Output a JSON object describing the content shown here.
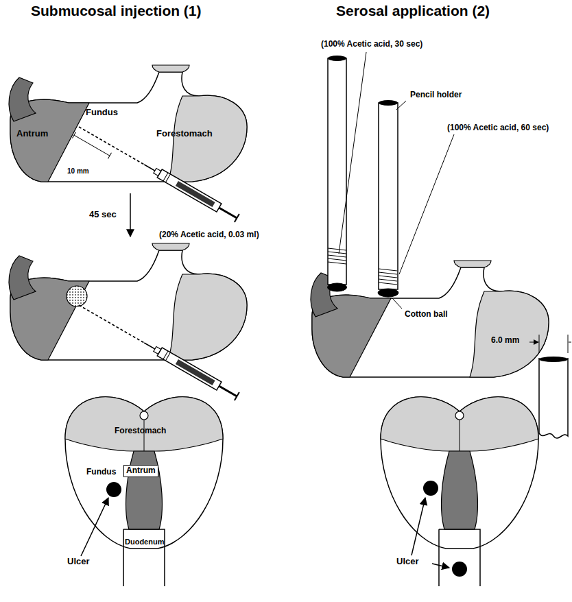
{
  "diagram": {
    "nodes": [
      {
        "text": [
          "Antrum"
        ]
      }
    ],
    "labels": [
      "Submucosal injection (1)",
      "Serosal application (2)",
      "(100% Acetic acid, 30 sec)",
      "Pencil holder",
      "(100% Acetic acid, 60 sec)",
      "Antrum",
      "Fundus",
      "Forestomach",
      "10 mm",
      "45 sec",
      "(20% Acetic acid, 0.03 ml)",
      "Cotton ball",
      "6.0 mm",
      "Forestomach",
      "Fundus",
      "Duodenum",
      "Ulcer",
      "Ulcer"
    ]
  }
}
